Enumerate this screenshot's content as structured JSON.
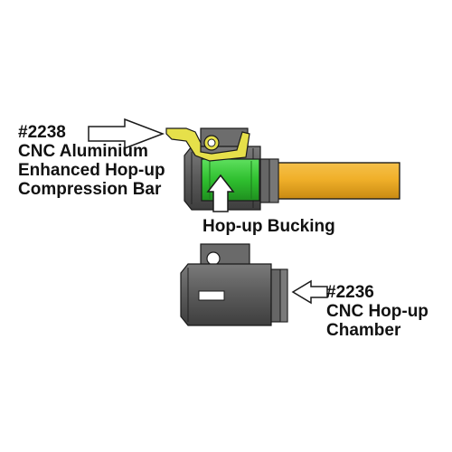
{
  "labels": {
    "compression_bar": {
      "part_number": "#2238",
      "line1": "CNC Aluminium",
      "line2": "Enhanced Hop-up",
      "line3": "Compression Bar"
    },
    "bucking": {
      "text": "Hop-up Bucking"
    },
    "chamber": {
      "part_number": "#2236",
      "line1": "CNC Hop-up",
      "line2": "Chamber"
    }
  },
  "colors": {
    "barrel": "#f2b534",
    "bucking": "#35c335",
    "compression_bar": "#e6e04a",
    "chamber": "#5f5f5f",
    "outline": "#1a1a1a"
  }
}
